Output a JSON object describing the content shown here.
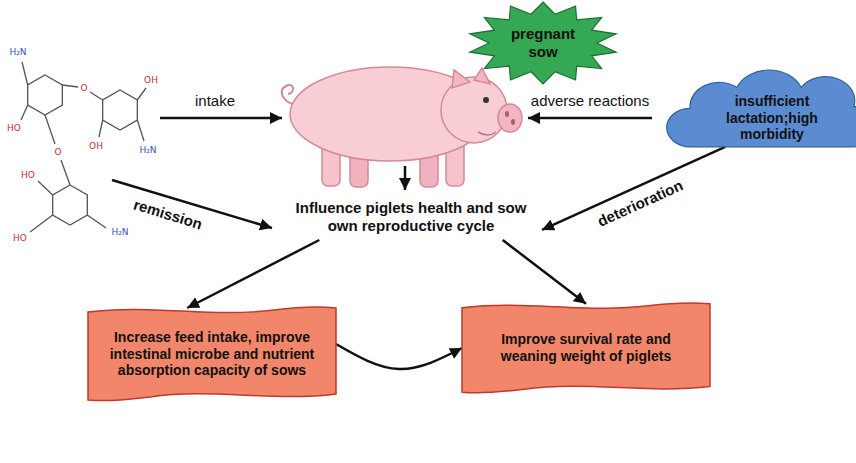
{
  "diagram": {
    "nodes": [
      {
        "text": [
          "pregnant sow"
        ]
      },
      {
        "text": [
          "insufficient lactation;high morbidity"
        ]
      },
      {
        "text": [
          "Influence piglets health and sow own reproductive cycle"
        ]
      },
      {
        "text": [
          "Increase feed intake, improve intestinal microbe and nutrient absorption capacity of sows"
        ]
      },
      {
        "text": [
          "Improve survival rate and weaning weight of piglets"
        ]
      }
    ],
    "edges": [
      {
        "from": 1,
        "to": 2,
        "label": "deterioration",
        "arrow": "to"
      },
      {
        "from": 2,
        "to": 3,
        "arrow": "to"
      },
      {
        "from": 2,
        "to": 4,
        "arrow": "to"
      },
      {
        "from": 3,
        "to": 4,
        "arrow": "to"
      }
    ],
    "labels": [
      "intake",
      "adverse reactions",
      "remission",
      "H₂N",
      "HO",
      "O",
      "OH",
      "H₂N",
      "OH",
      "HO",
      "H₂N",
      "HO",
      "O"
    ]
  }
}
